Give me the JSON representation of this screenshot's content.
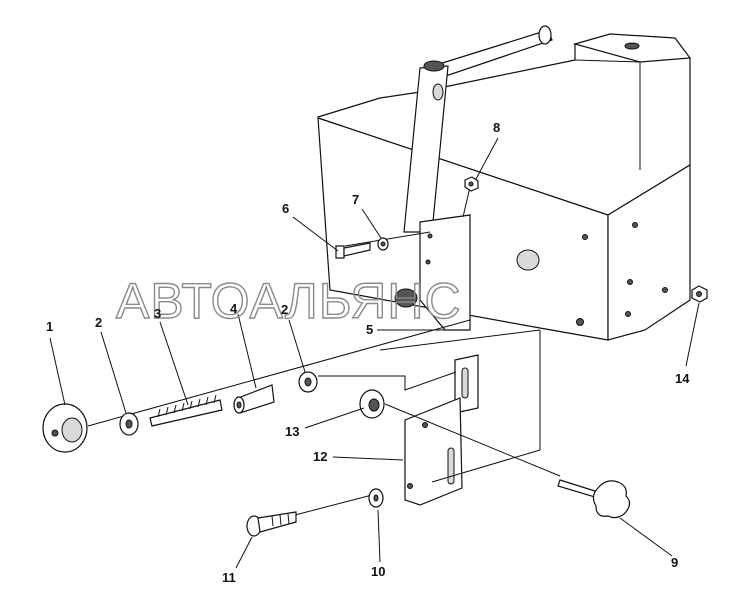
{
  "watermark": "АВТОАЛЬЯНС",
  "colors": {
    "line": "#111111",
    "watermark": "#8a8a8a",
    "background": "#ffffff"
  },
  "callouts": [
    {
      "id": "1",
      "label": "1"
    },
    {
      "id": "2a",
      "label": "2"
    },
    {
      "id": "3",
      "label": "3"
    },
    {
      "id": "4",
      "label": "4"
    },
    {
      "id": "2b",
      "label": "2"
    },
    {
      "id": "5",
      "label": "5"
    },
    {
      "id": "6",
      "label": "6"
    },
    {
      "id": "7",
      "label": "7"
    },
    {
      "id": "8",
      "label": "8"
    },
    {
      "id": "9",
      "label": "9"
    },
    {
      "id": "10",
      "label": "10"
    },
    {
      "id": "11",
      "label": "11"
    },
    {
      "id": "12",
      "label": "12"
    },
    {
      "id": "13",
      "label": "13"
    },
    {
      "id": "14",
      "label": "14"
    }
  ]
}
